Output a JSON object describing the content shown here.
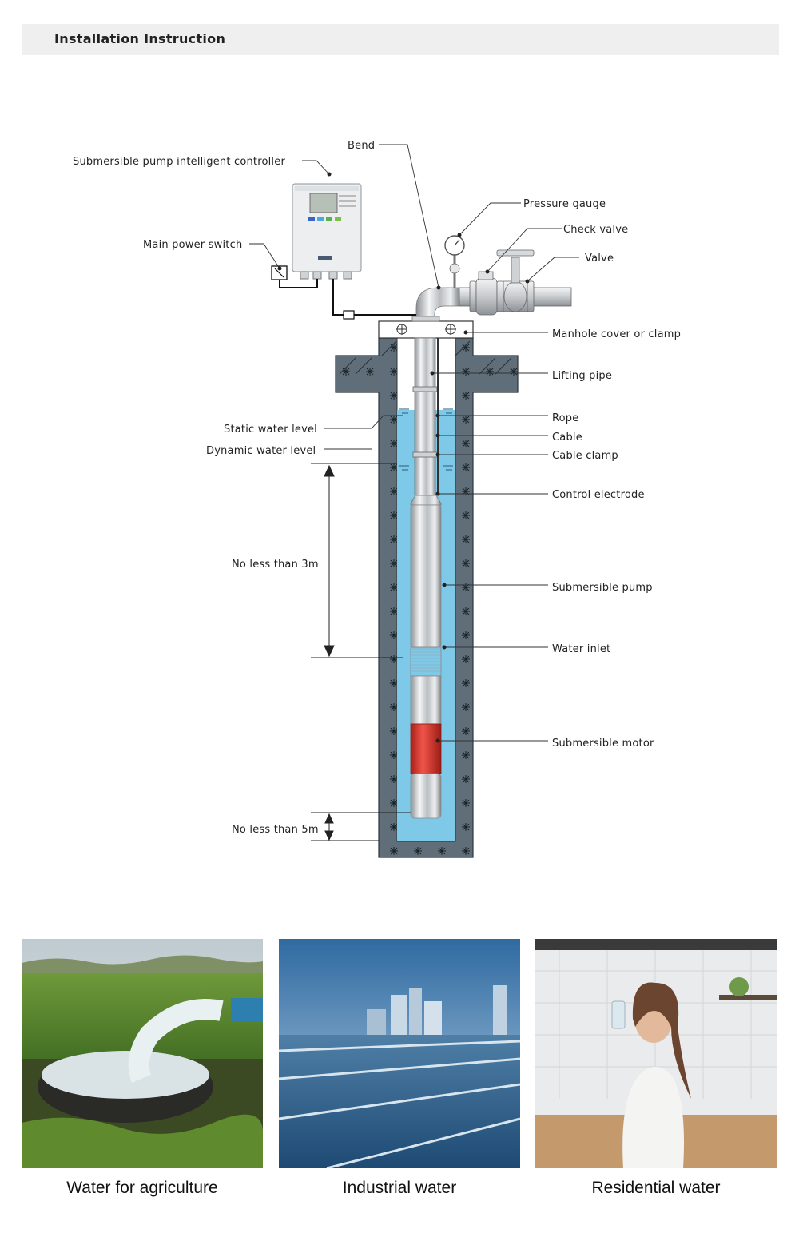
{
  "header": {
    "title": "Installation Instruction"
  },
  "diagram": {
    "labels": {
      "bend": "Bend",
      "controller": "Submersible pump intelligent controller",
      "pressure_gauge": "Pressure gauge",
      "check_valve": "Check valve",
      "valve": "Valve",
      "main_power_switch": "Main power switch",
      "manhole_cover": "Manhole cover or clamp",
      "lifting_pipe": "Lifting pipe",
      "rope": "Rope",
      "cable": "Cable",
      "cable_clamp": "Cable clamp",
      "static_water_level": "Static water level",
      "dynamic_water_level": "Dynamic water level",
      "control_electrode": "Control electrode",
      "no_less_3m": "No less than 3m",
      "submersible_pump": "Submersible pump",
      "water_inlet": "Water inlet",
      "submersible_motor": "Submersible motor",
      "no_less_5m": "No less than 5m"
    }
  },
  "applications": [
    {
      "caption": "Water for agriculture"
    },
    {
      "caption": "Industrial water"
    },
    {
      "caption": "Residential water"
    }
  ],
  "colors": {
    "concrete": "#5f6e78",
    "water": "#7ec8e8",
    "pipe": "#d8dadc",
    "motor_red": "#e03a2e",
    "header_bg": "#efefef"
  }
}
